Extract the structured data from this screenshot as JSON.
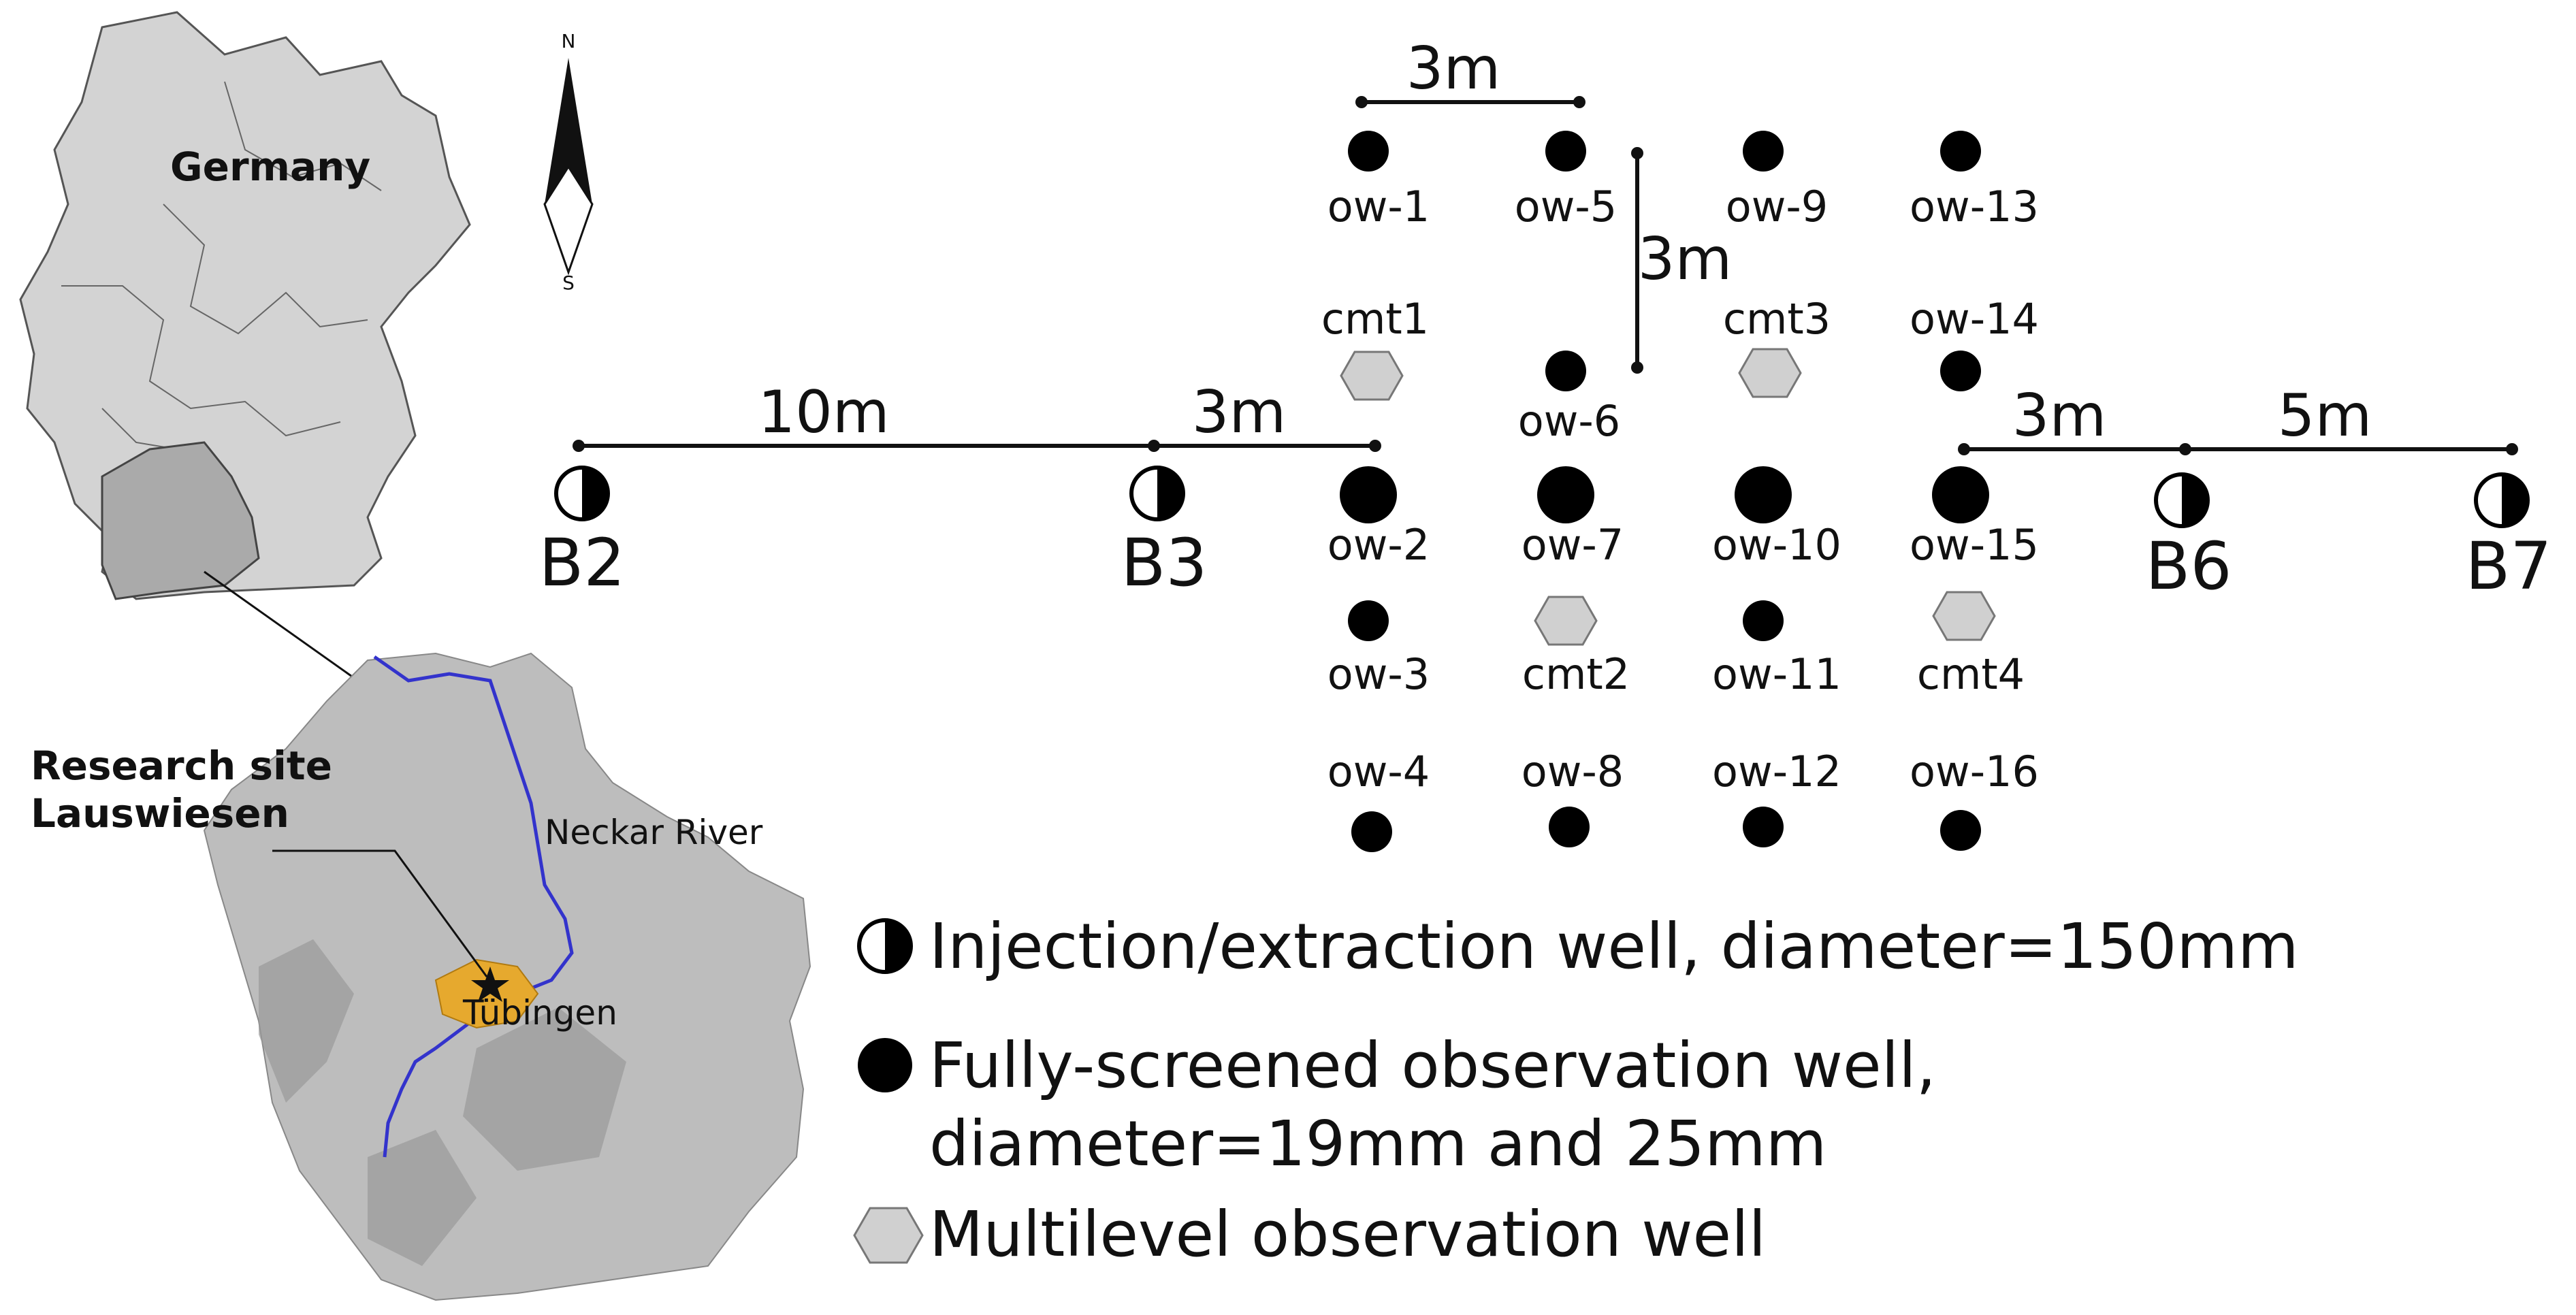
{
  "overview_map": {
    "country_label": "Germany",
    "site_label_line1": "Research site",
    "site_label_line2": "Lauswiesen",
    "river_label": "Neckar River",
    "city_label": "Tübingen",
    "compass_north": "N",
    "compass_south": "S",
    "colors": {
      "land": "#d3d3d3",
      "state_highlight": "#aaaaaa",
      "river": "#3333cc",
      "city": "#e6a92e"
    }
  },
  "wells": {
    "observation": [
      {
        "id": "ow-1",
        "label": "ow-1"
      },
      {
        "id": "ow-5",
        "label": "ow-5"
      },
      {
        "id": "ow-9",
        "label": "ow-9"
      },
      {
        "id": "ow-13",
        "label": "ow-13"
      },
      {
        "id": "ow-6",
        "label": "ow-6"
      },
      {
        "id": "ow-14",
        "label": "ow-14"
      },
      {
        "id": "ow-2",
        "label": "ow-2"
      },
      {
        "id": "ow-7",
        "label": "ow-7"
      },
      {
        "id": "ow-10",
        "label": "ow-10"
      },
      {
        "id": "ow-15",
        "label": "ow-15"
      },
      {
        "id": "ow-3",
        "label": "ow-3"
      },
      {
        "id": "ow-11",
        "label": "ow-11"
      },
      {
        "id": "ow-4",
        "label": "ow-4"
      },
      {
        "id": "ow-8",
        "label": "ow-8"
      },
      {
        "id": "ow-12",
        "label": "ow-12"
      },
      {
        "id": "ow-16",
        "label": "ow-16"
      }
    ],
    "multilevel": [
      {
        "id": "cmt1",
        "label": "cmt1"
      },
      {
        "id": "cmt2",
        "label": "cmt2"
      },
      {
        "id": "cmt3",
        "label": "cmt3"
      },
      {
        "id": "cmt4",
        "label": "cmt4"
      }
    ],
    "injection": [
      {
        "id": "B2",
        "label": "B2"
      },
      {
        "id": "B3",
        "label": "B3"
      },
      {
        "id": "B6",
        "label": "B6"
      },
      {
        "id": "B7",
        "label": "B7"
      }
    ]
  },
  "dimensions": {
    "top_spacing": "3m",
    "vertical_spacing": "3m",
    "b2_b3": "10m",
    "b3_ow2": "3m",
    "ow15_b6": "3m",
    "b6_b7": "5m"
  },
  "legend": {
    "injection": "Injection/extraction well, diameter=150mm",
    "observation_line1": "Fully-screened observation well,",
    "observation_line2": "diameter=19mm and 25mm",
    "multilevel": "Multilevel observation well"
  }
}
